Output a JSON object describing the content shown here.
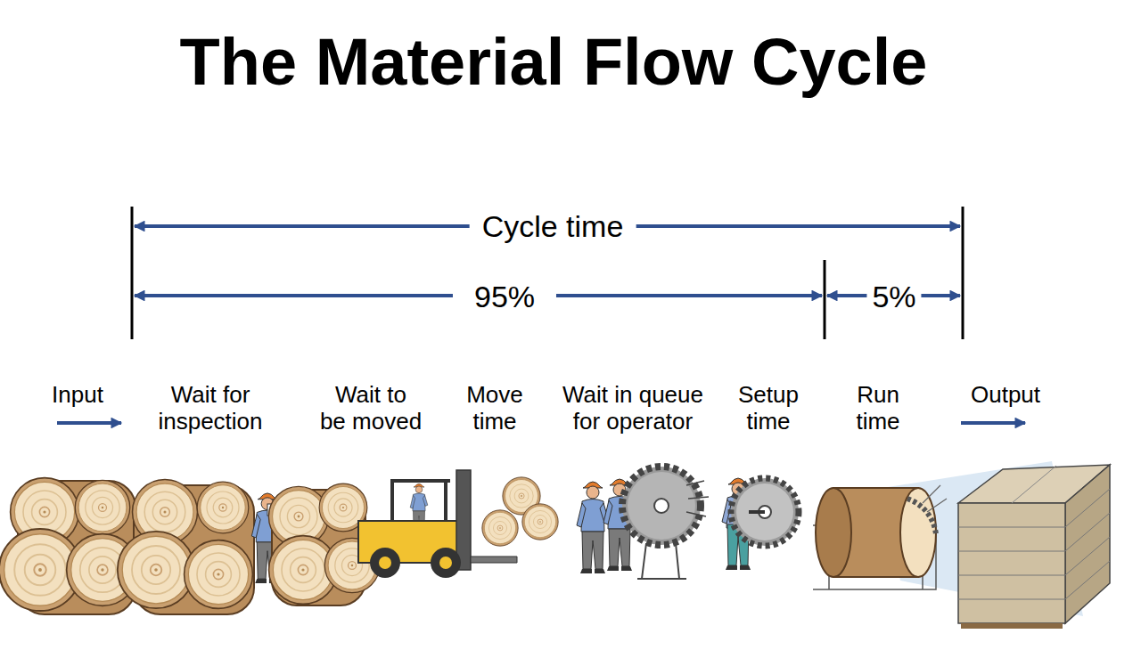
{
  "diagram": {
    "title": "The Material Flow Cycle",
    "labels": [
      "Cycle time",
      "95%",
      "5%",
      "Input",
      "Wait for inspection",
      "Wait to be moved",
      "Move time",
      "Wait in queue for operator",
      "Setup time",
      "Run time",
      "Output"
    ]
  }
}
